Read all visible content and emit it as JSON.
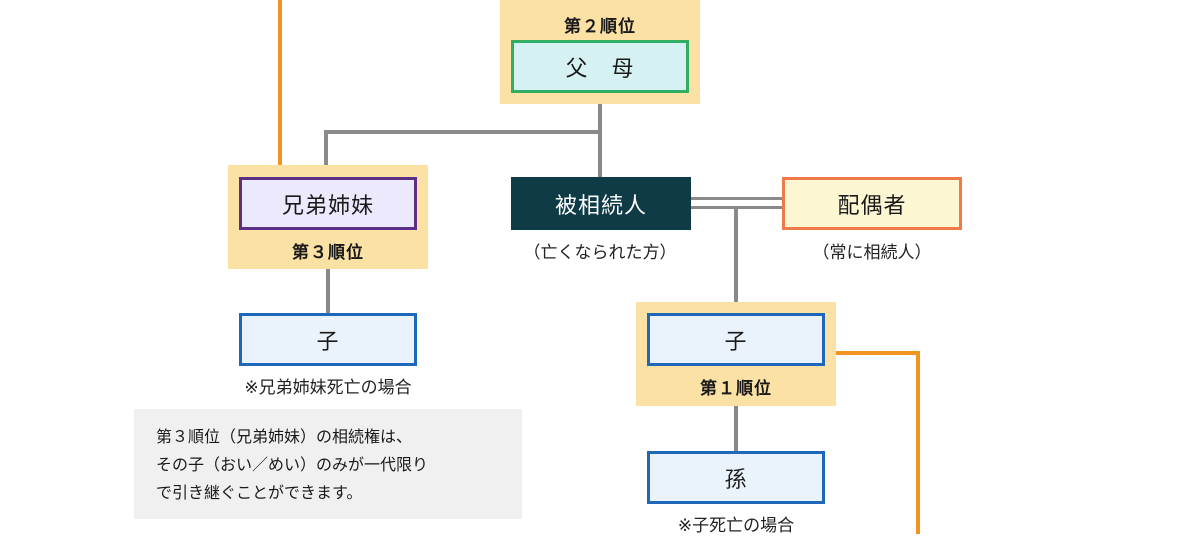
{
  "colors": {
    "connector": "#8a8a8a",
    "highlight_line": "#f0951f",
    "rank_panel": "#fbe2a4",
    "deceased_bg": "#0f3b46",
    "note_bg": "#f0f0f0"
  },
  "parents": {
    "rank": "第２順位",
    "label": "父　母"
  },
  "siblings": {
    "label": "兄弟姉妹",
    "rank": "第３順位"
  },
  "deceased": {
    "label": "被相続人",
    "caption": "（亡くなられた方）"
  },
  "spouse": {
    "label": "配偶者",
    "caption": "（常に相続人）"
  },
  "siblings_child": {
    "label": "子",
    "caption": "※兄弟姉妹死亡の場合"
  },
  "child": {
    "label": "子",
    "rank": "第１順位"
  },
  "grandchild": {
    "label": "孫",
    "caption": "※子死亡の場合"
  },
  "note": {
    "line1": "第３順位（兄弟姉妹）の相続権は、",
    "line2": "その子（おい／めい）のみが一代限り",
    "line3": "で引き継ぐことができます。"
  }
}
